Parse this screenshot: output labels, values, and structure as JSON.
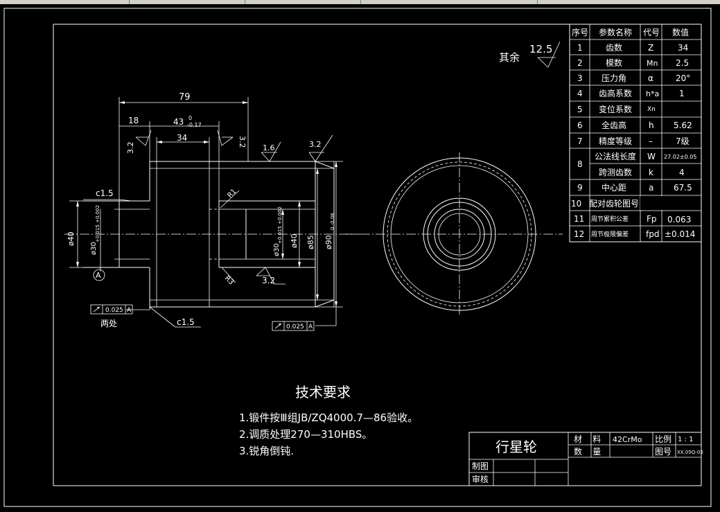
{
  "window": {
    "tabs": [
      "",
      "",
      "",
      ""
    ]
  },
  "surface_finish": {
    "rest_label": "其余",
    "rest_value": "12.5",
    "marks": [
      "3.2",
      "3.2",
      "1.6",
      "3.2",
      "3.2"
    ]
  },
  "dimensions": {
    "len_79": "79",
    "len_18": "18",
    "len_43": "43",
    "len_43_tol_upper": "0",
    "len_43_tol_lower": "-0.17",
    "len_34": "34",
    "dia_40_left": "ø40",
    "dia_30_left": "ø30",
    "dia_30_left_tol": "+0.015 +0.002",
    "dia_30_right": "ø30",
    "dia_30_right_tol": "+0.015 +0.002",
    "dia_40_right": "ø40",
    "dia_85": "ø85",
    "dia_90": "ø90",
    "dia_90_tol": "0 -0.06",
    "chamfer_top": "c1.5",
    "chamfer_bottom": "c1.5",
    "radius_top": "R1",
    "radius_bottom": "R3"
  },
  "tolerances": {
    "datum": "A",
    "runout_left_value": "0.025",
    "runout_left_datum": "A",
    "runout_left_note": "两处",
    "runout_bottom_value": "0.025",
    "runout_bottom_datum": "A"
  },
  "param_table": {
    "headers": [
      "序号",
      "参数名称",
      "代号",
      "数值"
    ],
    "rows": [
      {
        "no": "1",
        "name": "齿数",
        "sym": "Z",
        "val": "34"
      },
      {
        "no": "2",
        "name": "模数",
        "sym": "Mn",
        "val": "2.5"
      },
      {
        "no": "3",
        "name": "压力角",
        "sym": "α",
        "val": "20°"
      },
      {
        "no": "4",
        "name": "齿高系数",
        "sym": "h*a",
        "val": "1"
      },
      {
        "no": "5",
        "name": "变位系数",
        "sym": "Xn",
        "val": ""
      },
      {
        "no": "6",
        "name": "全齿高",
        "sym": "h",
        "val": "5.62"
      },
      {
        "no": "7",
        "name": "精度等级",
        "sym": "–",
        "val": "7级"
      },
      {
        "no": "8",
        "name": "公法线长度",
        "sym": "W",
        "val": "27.02±0.05"
      },
      {
        "no": "",
        "name": "跨测齿数",
        "sym": "k",
        "val": "4"
      },
      {
        "no": "9",
        "name": "中心距",
        "sym": "a",
        "val": "67.5"
      },
      {
        "no": "10",
        "name": "配对齿轮图号",
        "sym": "",
        "val": ""
      },
      {
        "no": "11",
        "name": "周节累积公差",
        "sym": "Fp",
        "val": "0.063"
      },
      {
        "no": "12",
        "name": "周节极限偏差",
        "sym": "fpd",
        "val": "±0.014"
      }
    ]
  },
  "tech_req": {
    "title": "技术要求",
    "items": [
      "1.锻件按Ⅲ组JB/ZQ4000.7—86验收。",
      "2.调质处理270—310HBS。",
      "3.锐角倒钝."
    ]
  },
  "title_block": {
    "part_name": "行星轮",
    "material_label": "材    料",
    "material_value": "42CrMo",
    "scale_label": "比例",
    "scale_value": "1 : 1",
    "qty_label": "数    量",
    "qty_value": "",
    "drawing_no_label": "图号",
    "drawing_no_value": "XX.05Q-05",
    "drawn_label": "制图",
    "check_label": "审核"
  }
}
